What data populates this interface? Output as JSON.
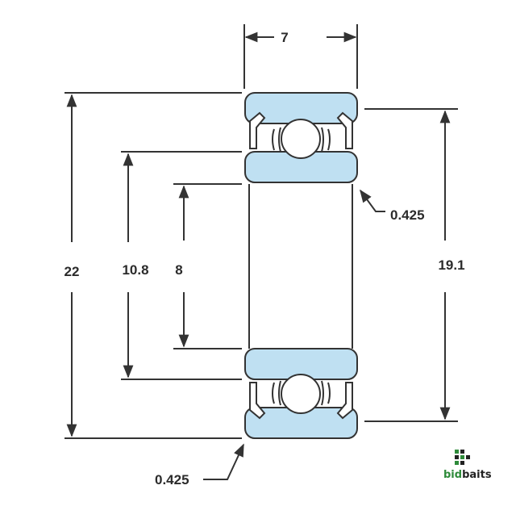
{
  "diagram": {
    "dimensions": {
      "width": "7",
      "outer_diameter": "22",
      "bore_shoulder": "10.8",
      "bore": "8",
      "outer_shoulder": "19.1",
      "chamfer_inner": "0.425",
      "chamfer_outer": "0.425"
    },
    "colors": {
      "ring_fill": "#bfe0f2",
      "line": "#333333",
      "ball_fill": "#ffffff"
    }
  },
  "logo": {
    "text_part1": "bid",
    "text_part2": "baits",
    "color_green": "#2e8b3a",
    "color_dark": "#222222"
  }
}
